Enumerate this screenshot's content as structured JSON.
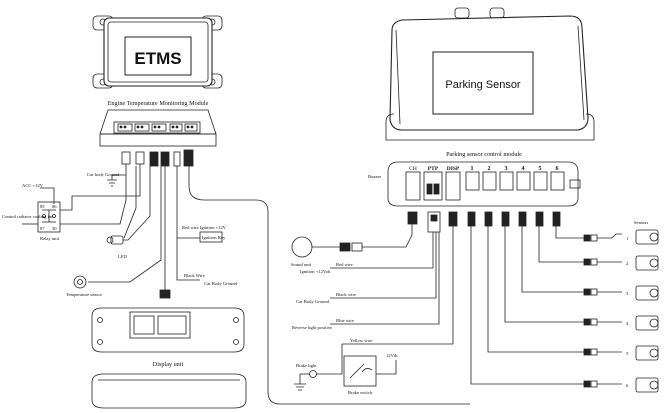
{
  "etms": {
    "title": "ETMS",
    "caption": "Engine Temperature Monitoring Module",
    "car_body_ground": "Car body Ground",
    "acc_12v": "ACC +12V",
    "control_pressure_cooling_fan": "Control radiator cooling fan",
    "relay_unit": "Relay unit",
    "led": "LED",
    "red_wire_ignition": "Red wire Ignition +12V",
    "ignition_key": "Ignition Key",
    "temperature_sensor": "Temperature sensor",
    "black_wire": "Black Wire",
    "car_body_ground_2": "Car Body Ground",
    "display_unit": "Display unit",
    "relay_terminals": [
      "85",
      "86",
      "87",
      "30"
    ]
  },
  "parking": {
    "title": "Parking Sensor",
    "caption": "Parking sensor control module",
    "buzzer": "Buzzer",
    "port_labels": [
      "CH",
      "PTP",
      "DISP",
      "1",
      "2",
      "3",
      "4",
      "5",
      "6"
    ],
    "sound_unit": "Sound unit",
    "ignition_12v": "Ignition +12Volt",
    "red_wire": "Red wire",
    "car_body_ground": "Car Body Ground",
    "black_wire": "Black wire",
    "reverse_light": "Reverse light positive",
    "blue_wire": "Blue wire",
    "brake_light": "Brake light",
    "yellow_wire": "Yellow wire",
    "brake_switch": "Brake switch",
    "supply_12v": "12Vdc",
    "sensors_title": "Sensors",
    "sensor_numbers": [
      "1",
      "2",
      "3",
      "4",
      "5",
      "6"
    ]
  }
}
